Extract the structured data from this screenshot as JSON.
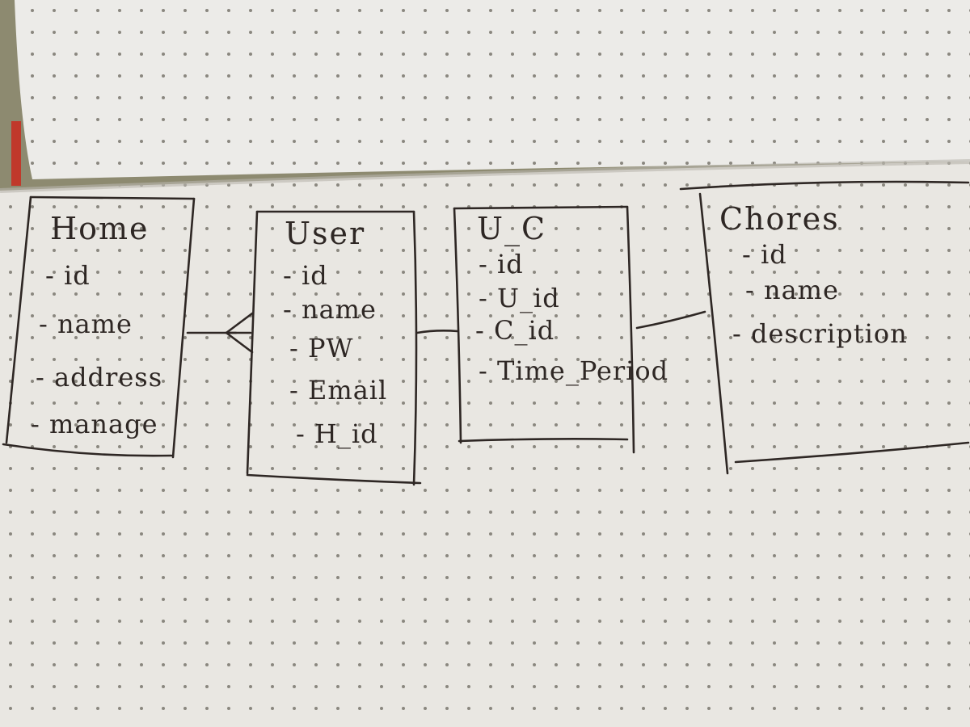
{
  "diagram": {
    "entities": [
      {
        "key": "home",
        "title": "Home",
        "attributes": [
          "- id",
          "- name",
          "- address",
          "- manage"
        ]
      },
      {
        "key": "user",
        "title": "User",
        "attributes": [
          "- id",
          "- name",
          "- PW",
          "- Email",
          "- H_id"
        ]
      },
      {
        "key": "u_c",
        "title": "U_C",
        "attributes": [
          "- id",
          "- U_id",
          "- C_id",
          "- Time_Period"
        ]
      },
      {
        "key": "chores",
        "title": "Chores",
        "attributes": [
          "- id",
          "- name",
          "- description"
        ]
      }
    ],
    "relationships": [
      {
        "from": "home",
        "to": "user",
        "from_end": "one",
        "to_end": "many"
      },
      {
        "from": "user",
        "to": "u_c",
        "from_end": "one",
        "to_end": "one"
      },
      {
        "from": "u_c",
        "to": "chores",
        "from_end": "one",
        "to_end": "one"
      }
    ]
  },
  "colors": {
    "ink": "#2e2724",
    "paper_lower": "#e9e7e2",
    "paper_upper": "#ecebe8",
    "dot": "#8a877f",
    "desk": "#8d8a70",
    "cover_edge": "#c0392b"
  }
}
